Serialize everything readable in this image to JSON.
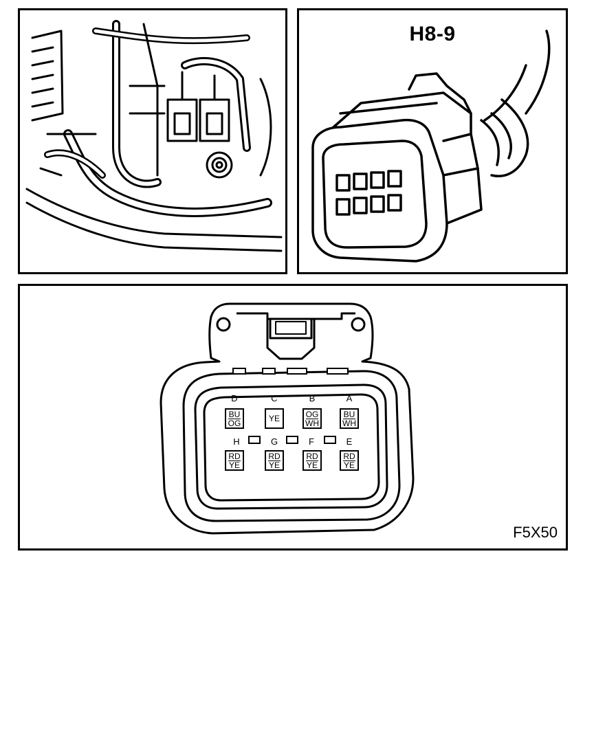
{
  "connector_id": "H8-9",
  "figure_code": "F5X50",
  "pins": {
    "top_row": [
      {
        "letter": "D",
        "wire1": "BU",
        "wire2": "OG"
      },
      {
        "letter": "C",
        "wire1": "YE",
        "wire2": ""
      },
      {
        "letter": "B",
        "wire1": "OG",
        "wire2": "WH"
      },
      {
        "letter": "A",
        "wire1": "BU",
        "wire2": "WH"
      }
    ],
    "bottom_row": [
      {
        "letter": "H",
        "wire1": "RD",
        "wire2": "YE"
      },
      {
        "letter": "G",
        "wire1": "RD",
        "wire2": "YE"
      },
      {
        "letter": "F",
        "wire1": "RD",
        "wire2": "YE"
      },
      {
        "letter": "E",
        "wire1": "RD",
        "wire2": "YE"
      }
    ]
  }
}
